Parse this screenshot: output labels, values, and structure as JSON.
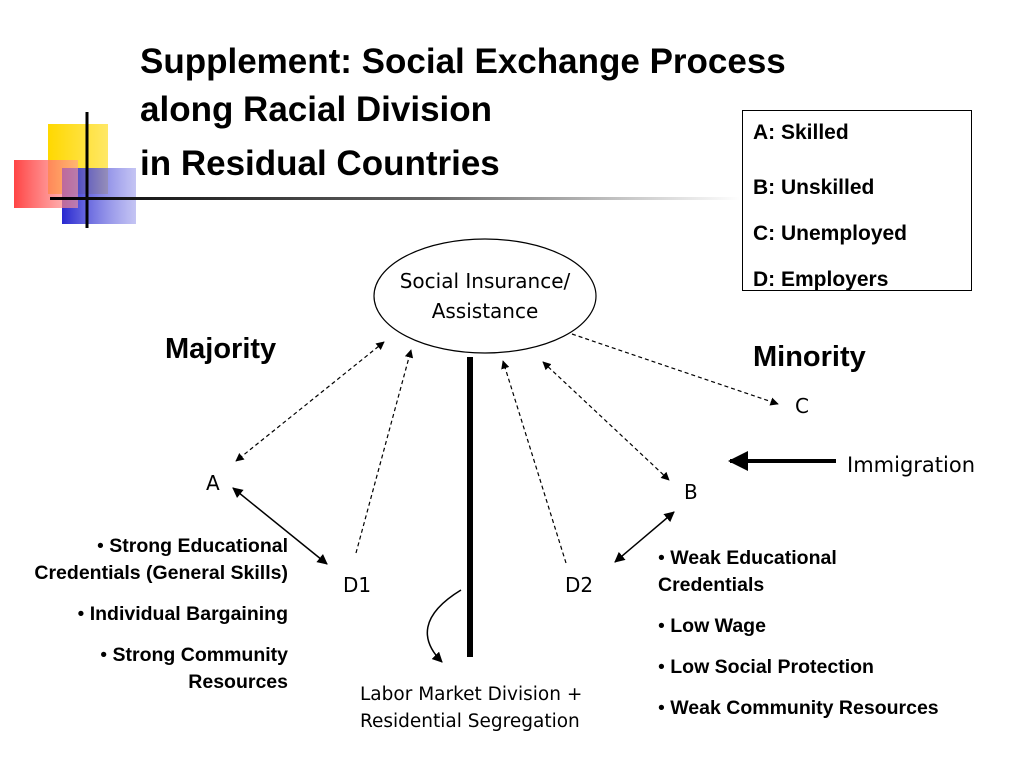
{
  "slide": {
    "title_line1": "Supplement: Social Exchange Process",
    "title_line2": "along Racial Division",
    "title_line3": "in Residual Countries"
  },
  "legend": {
    "items": [
      "A: Skilled",
      "B: Unskilled",
      "C: Unemployed",
      "D: Employers"
    ]
  },
  "diagram": {
    "center_label_line1": "Social Insurance/",
    "center_label_line2": "Assistance",
    "majority_label": "Majority",
    "minority_label": "Minority",
    "nodes": {
      "a": "A",
      "b": "B",
      "c": "C",
      "d1": "D1",
      "d2": "D2"
    },
    "immigration_label": "Immigration",
    "bottom_caption_line1": "Labor Market Division +",
    "bottom_caption_line2": "Residential Segregation"
  },
  "majority_traits": [
    "Strong Educational Credentials (General Skills)",
    "Individual Bargaining",
    "Strong Community Resources"
  ],
  "minority_traits": [
    "Weak Educational Credentials",
    "Low Wage",
    "Low Social Protection",
    "Weak Community Resources"
  ],
  "bullet_symbol": "•",
  "colors": {
    "deco_yellow": "#ffd800",
    "deco_red": "#ff4040",
    "deco_blue": "#3030d8",
    "text": "#000000"
  }
}
